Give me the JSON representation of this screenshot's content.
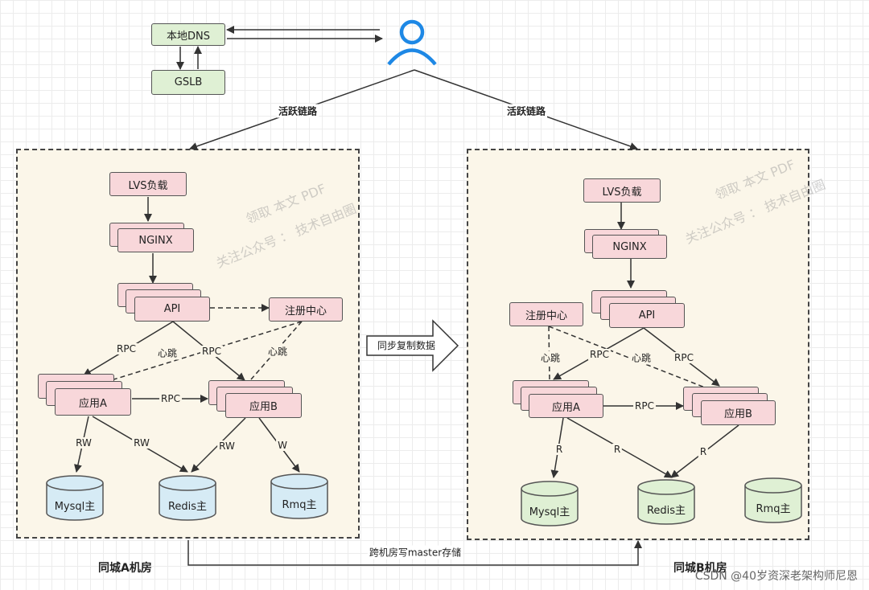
{
  "top": {
    "dns": "本地DNS",
    "gslb": "GSLB",
    "link_left": "活跃链路",
    "link_right": "活跃链路",
    "user_icon": "user-icon"
  },
  "room_a": {
    "title": "同城A机房",
    "lvs": "LVS负载",
    "nginx": "NGINX",
    "api": "API",
    "registry": "注册中心",
    "app_a": "应用A",
    "app_b": "应用B",
    "mysql": "Mysql主",
    "redis": "Redis主",
    "rmq": "Rmq主",
    "labels": {
      "rpc_api_a": "RPC",
      "hb_b_reg": "心跳",
      "rpc_api_b": "RPC",
      "hb_a_reg": "心跳",
      "rpc_a_b": "RPC",
      "rw_a_mysql": "RW",
      "rw_a_redis": "RW",
      "rw_b_redis": "RW",
      "w_b_rmq": "W"
    }
  },
  "room_b": {
    "title": "同城B机房",
    "lvs": "LVS负载",
    "nginx": "NGINX",
    "api": "API",
    "registry": "注册中心",
    "app_a": "应用A",
    "app_b": "应用B",
    "mysql": "Mysql主",
    "redis": "Redis主",
    "rmq": "Rmq主",
    "labels": {
      "hb_reg_a": "心跳",
      "rpc_api_a": "RPC",
      "hb_reg_b": "心跳",
      "rpc_api_b": "RPC",
      "rpc_a_b": "RPC",
      "r_a_mysql": "R",
      "r_a_redis": "R",
      "r_b_redis": "R"
    }
  },
  "sync": "同步复制数据",
  "cross_write": "跨机房写master存储",
  "watermarks": {
    "a1": "领取 本文 PDF",
    "a2": "关注公众号 ：  技术自由圈",
    "b1": "领取 本文 PDF",
    "b2": "关注公众号 ：  技术自由圈"
  },
  "footer": "CSDN @40岁资深老架构师尼恩",
  "colors": {
    "service_box": "#f8d7da",
    "storage_active": "#d6ebf5",
    "storage_standby": "#dff0d4",
    "room_bg": "#fbf6e9",
    "user_icon": "#1e88e5"
  }
}
